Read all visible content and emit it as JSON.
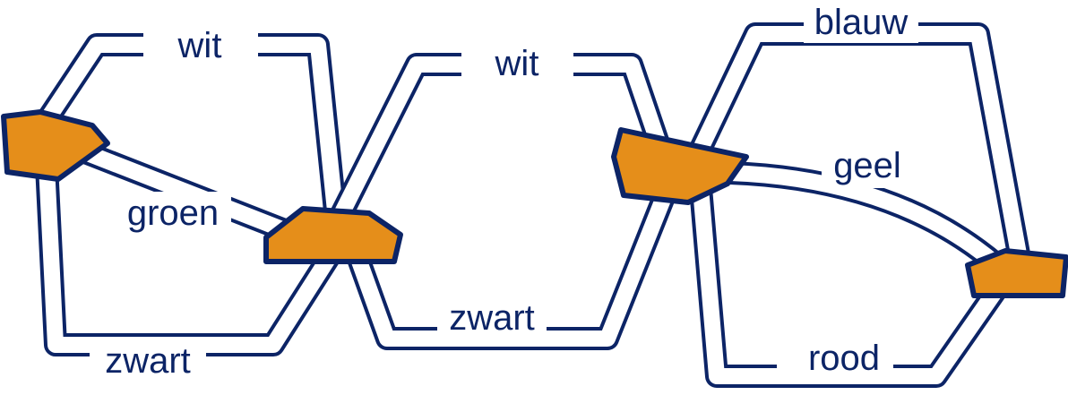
{
  "colors": {
    "road": "#0c2466",
    "road_center": "#ffffff",
    "node_fill": "#e58e1a",
    "node_stroke": "#0c2466",
    "label_text": "#0c2466",
    "background": "#ffffff"
  },
  "edges": [
    {
      "id": "e1",
      "label": "wit"
    },
    {
      "id": "e2",
      "label": "groen"
    },
    {
      "id": "e3",
      "label": "zwart"
    },
    {
      "id": "e4",
      "label": "wit"
    },
    {
      "id": "e5",
      "label": "zwart"
    },
    {
      "id": "e6",
      "label": "blauw"
    },
    {
      "id": "e7",
      "label": "geel"
    },
    {
      "id": "e8",
      "label": "rood"
    }
  ]
}
